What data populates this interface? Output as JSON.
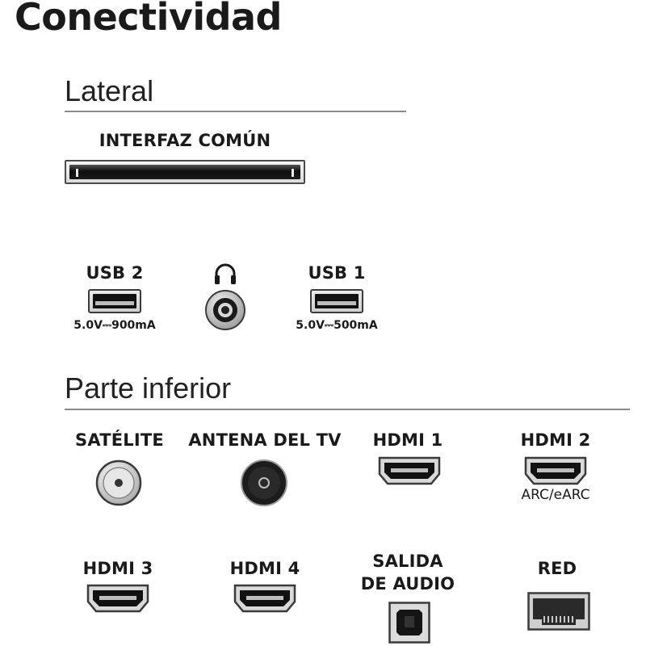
{
  "title": "Conectividad",
  "sections": {
    "lateral": "Lateral",
    "inferior": "Parte inferior"
  },
  "lateral": {
    "ci_label": "INTERFAZ COMÚN",
    "usb2": {
      "label": "USB 2",
      "spec": "5.0V⎓900mA"
    },
    "headphone": {
      "icon": "headphone-icon"
    },
    "usb1": {
      "label": "USB 1",
      "spec": "5.0V⎓500mA"
    }
  },
  "inferior": {
    "satelite": {
      "label": "SATÉLITE"
    },
    "antena": {
      "label": "ANTENA DEL TV"
    },
    "hdmi1": {
      "label": "HDMI 1"
    },
    "hdmi2": {
      "label": "HDMI 2",
      "sub": "ARC/eARC"
    },
    "hdmi3": {
      "label": "HDMI 3"
    },
    "hdmi4": {
      "label": "HDMI 4"
    },
    "audio": {
      "label_line1": "SALIDA",
      "label_line2": "DE AUDIO"
    },
    "red": {
      "label": "RED"
    }
  }
}
